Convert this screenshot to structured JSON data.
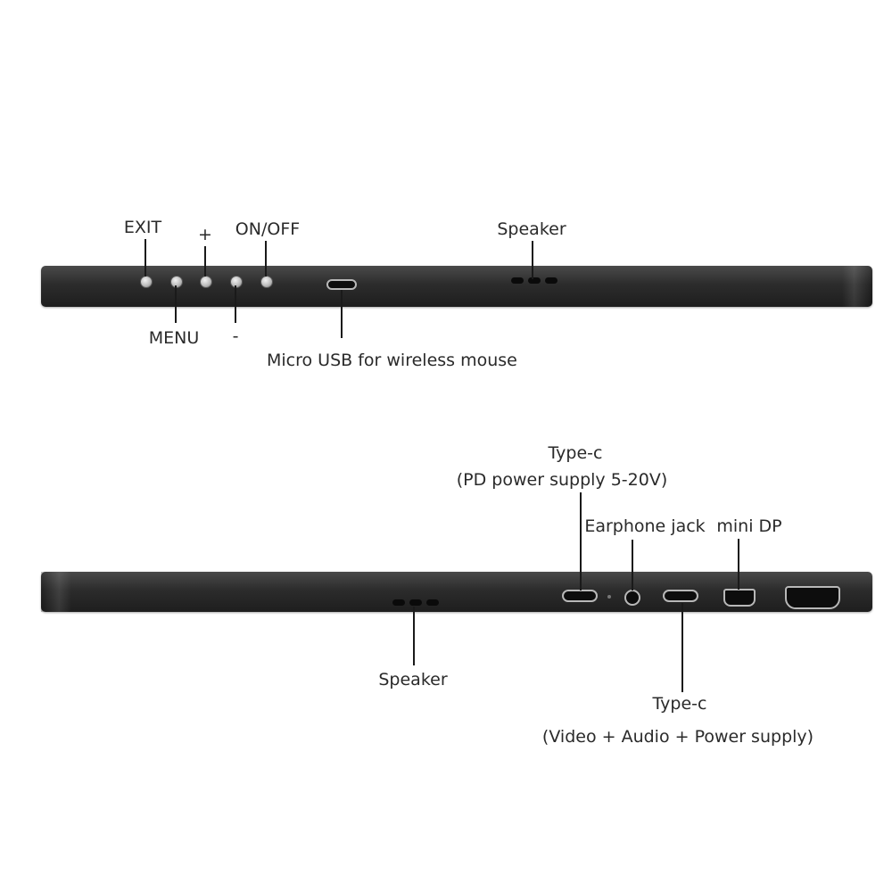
{
  "top_view": {
    "labels": {
      "exit": "EXIT",
      "plus": "+",
      "on_off": "ON/OFF",
      "menu": "MENU",
      "minus": "-",
      "micro_usb": "Micro USB for wireless mouse",
      "speaker": "Speaker"
    }
  },
  "bottom_view": {
    "labels": {
      "type_c_power_line1": "Type-c",
      "type_c_power_line2": "(PD power supply 5-20V)",
      "earphone_jack": "Earphone jack",
      "mini_dp": "mini DP",
      "speaker": "Speaker",
      "type_c_video_line1": "Type-c",
      "type_c_video_line2": "(Video + Audio + Power supply)"
    }
  }
}
